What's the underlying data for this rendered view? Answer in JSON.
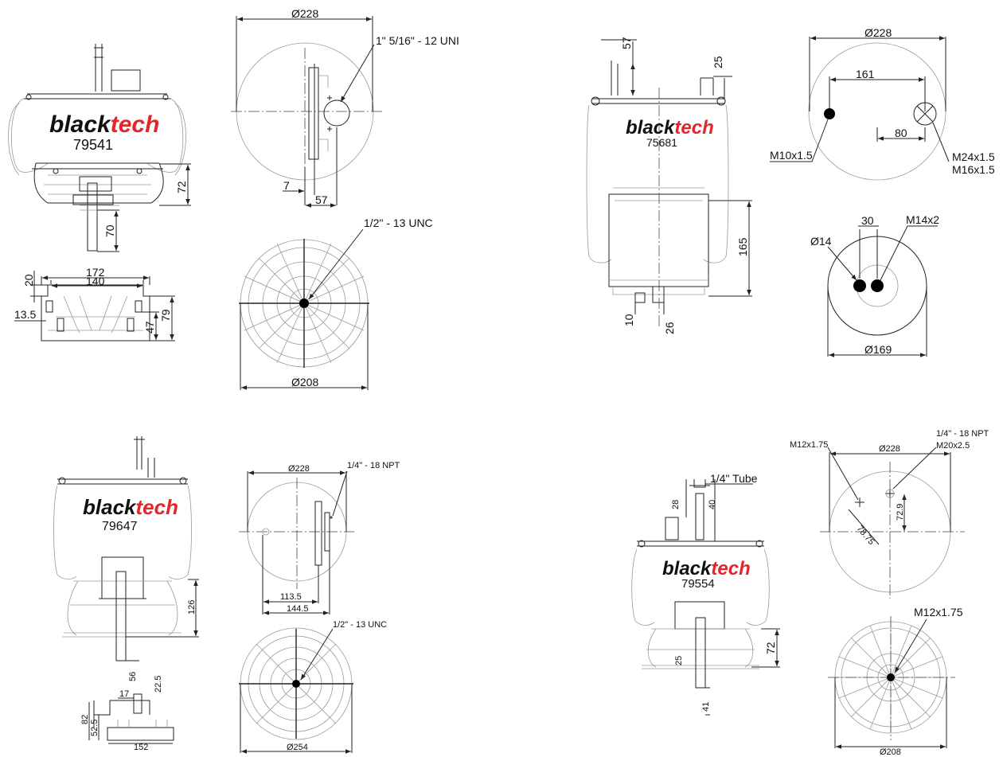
{
  "brand": {
    "black": "black",
    "tech": "tech",
    "accent_color": "#e3262c"
  },
  "parts": [
    {
      "code": "79541",
      "dims": {
        "top_dia": "Ø228",
        "top_thread": "1\" 5/16\" - 12 UNI",
        "top_off1": "7",
        "top_off2": "57",
        "bottom_thread": "1/2\" - 13 UNC",
        "bottom_dia": "Ø208",
        "height": "72",
        "stud": "70",
        "piston_w1": "172",
        "piston_w2": "140",
        "piston_h1": "20",
        "piston_h2": "47",
        "piston_h3": "79",
        "piston_off": "13.5"
      }
    },
    {
      "code": "75681",
      "dims": {
        "top_dia": "Ø228",
        "pitch": "161",
        "offset": "80",
        "thread_left": "M10x1.5",
        "thread_right1": "M24x1.5",
        "thread_right2": "M16x1.5",
        "h_left": "57",
        "h_right": "25",
        "height": "165",
        "b_off1": "10",
        "b_off2": "26",
        "b_pitch": "30",
        "b_hole": "Ø14",
        "b_thread": "M14x2",
        "b_dia": "Ø169"
      }
    },
    {
      "code": "79647",
      "dims": {
        "top_dia": "Ø228",
        "top_thread": "1/4\" - 18 NPT",
        "off1": "113.5",
        "off2": "144.5",
        "bottom_thread": "1/2\" - 13 UNC",
        "bottom_dia": "Ø254",
        "height": "126",
        "stud": "56",
        "p1": "22.5",
        "p2": "17",
        "p3": "82",
        "p4": "52.5",
        "p5": "152"
      }
    },
    {
      "code": "79554",
      "dims": {
        "tube": "1/4\" Tube",
        "h1": "28",
        "h2": "40",
        "top_thread_left": "M12x1.75",
        "top_dia": "Ø228",
        "top_thread_right1": "1/4\" - 18 NPT",
        "top_thread_right2": "M20x2.5",
        "r1": "72.9",
        "r2": "78.75",
        "height": "72",
        "s1": "25",
        "s2": "41",
        "bottom_thread": "M12x1.75",
        "bottom_dia": "Ø208"
      }
    }
  ]
}
